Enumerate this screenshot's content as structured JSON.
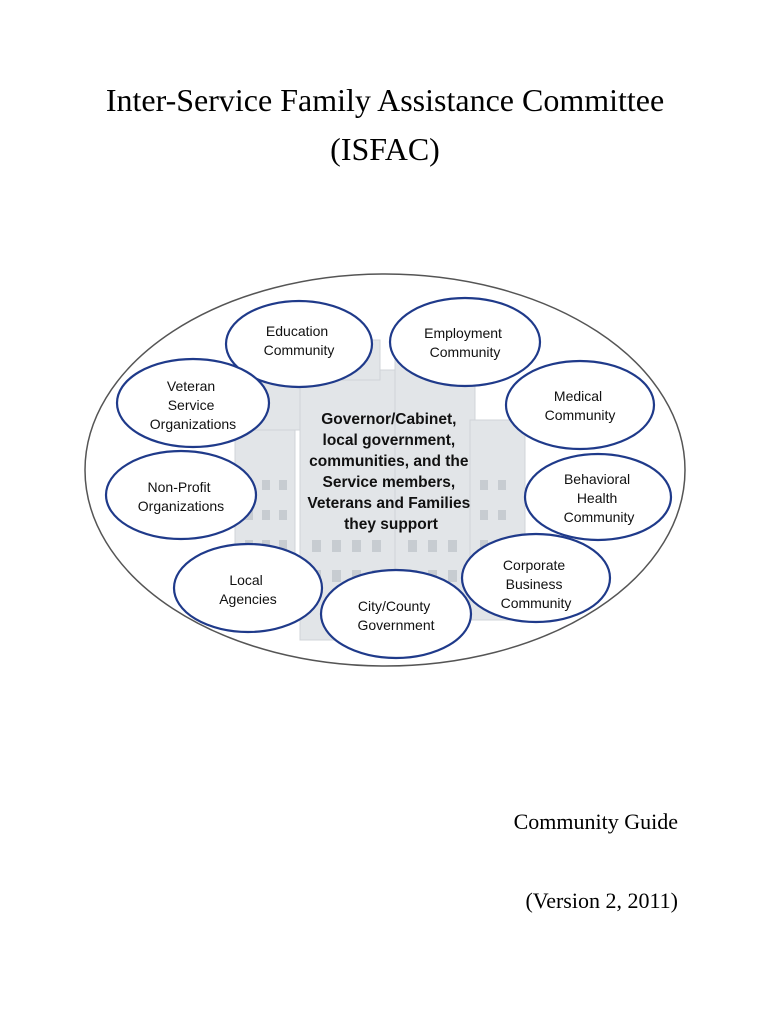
{
  "title": {
    "line1": "Inter-Service Family Assistance Committee",
    "line2": "(ISFAC)"
  },
  "diagram": {
    "center": [
      "Governor/Cabinet,",
      "local government,",
      "communities, and the",
      "Service members,",
      "Veterans and Families",
      "they support"
    ],
    "nodes": [
      {
        "id": "education",
        "lines": [
          "Education",
          "Community"
        ]
      },
      {
        "id": "employment",
        "lines": [
          "Employment",
          "Community"
        ]
      },
      {
        "id": "veteran",
        "lines": [
          "Veteran",
          "Service",
          "Organizations"
        ]
      },
      {
        "id": "medical",
        "lines": [
          "Medical",
          "Community"
        ]
      },
      {
        "id": "nonprofit",
        "lines": [
          "Non-Profit",
          "Organizations"
        ]
      },
      {
        "id": "behavioral",
        "lines": [
          "Behavioral",
          "Health",
          "Community"
        ]
      },
      {
        "id": "local",
        "lines": [
          "Local",
          "Agencies"
        ]
      },
      {
        "id": "corporate",
        "lines": [
          "Corporate",
          "Business",
          "Community"
        ]
      },
      {
        "id": "city",
        "lines": [
          "City/County",
          "Government"
        ]
      }
    ],
    "circle_color": "#1f3a8a"
  },
  "footer": {
    "guide": "Community Guide",
    "version": "(Version 2, 2011)"
  }
}
